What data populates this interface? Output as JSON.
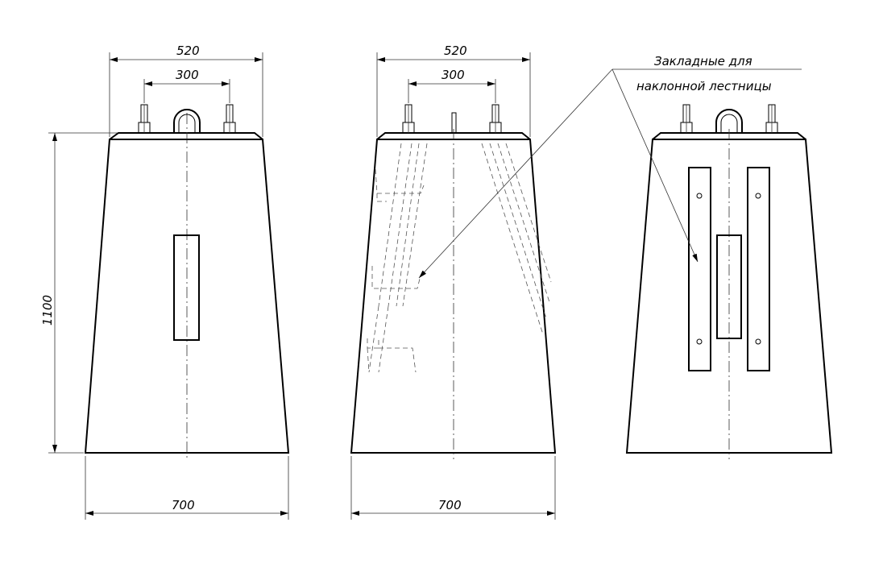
{
  "dimensions": {
    "top_width_left": "520",
    "bolt_spacing_left": "300",
    "top_width_mid": "520",
    "bolt_spacing_mid": "300",
    "height": "1100",
    "bottom_width_left": "700",
    "bottom_width_mid": "700"
  },
  "note": {
    "line1": "Закладные для",
    "line2": "наклонной лестницы"
  }
}
